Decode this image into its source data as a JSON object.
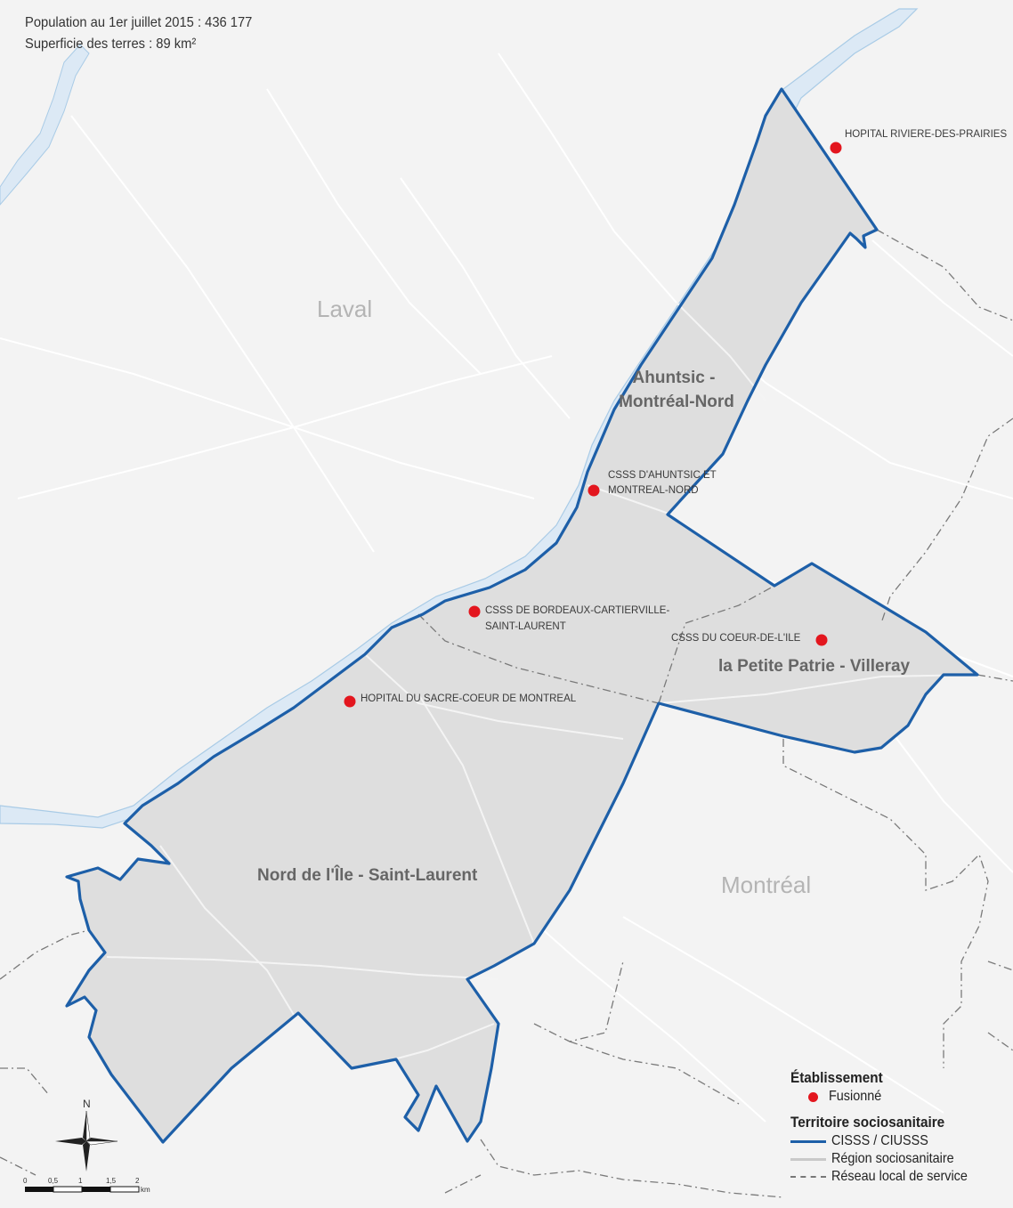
{
  "info": {
    "population": "Population au 1er juillet 2015 : 436 177",
    "superficie": "Superficie des terres : 89 km²"
  },
  "regions": {
    "laval": "Laval",
    "montreal": "Montréal"
  },
  "rls": {
    "ahuntsic_line1": "Ahuntsic -",
    "ahuntsic_line2": "Montréal-Nord",
    "petite_patrie": "la Petite Patrie - Villeray",
    "nord_ile": "Nord de l'Île - Saint-Laurent"
  },
  "establishments": {
    "riviere_des_prairies": "HOPITAL RIVIERE-DES-PRAIRIES",
    "ahuntsic_line1": "CSSS D'AHUNTSIC ET",
    "ahuntsic_line2": "MONTREAL-NORD",
    "bordeaux_line1": "CSSS DE BORDEAUX-CARTIERVILLE-",
    "bordeaux_line2": "SAINT-LAURENT",
    "coeur_ile": "CSSS DU COEUR-DE-L'ILE",
    "sacre_coeur": "HOPITAL DU SACRE-COEUR DE MONTREAL"
  },
  "legend": {
    "etablissement_title": "Établissement",
    "fusionne": "Fusionné",
    "territoire_title": "Territoire sociosanitaire",
    "cisss": "CISSS / CIUSSS",
    "region": "Région sociosanitaire",
    "rls": "Réseau local de service"
  },
  "compass": {
    "north": "N"
  },
  "scale": {
    "ticks": [
      "0",
      "0,5",
      "1",
      "1,5",
      "2"
    ],
    "unit": "km"
  },
  "colors": {
    "territory_fill": "#dedede",
    "territory_border": "#1d5fa8",
    "water": "#dce9f5",
    "establishment_dot": "#e3161e"
  }
}
